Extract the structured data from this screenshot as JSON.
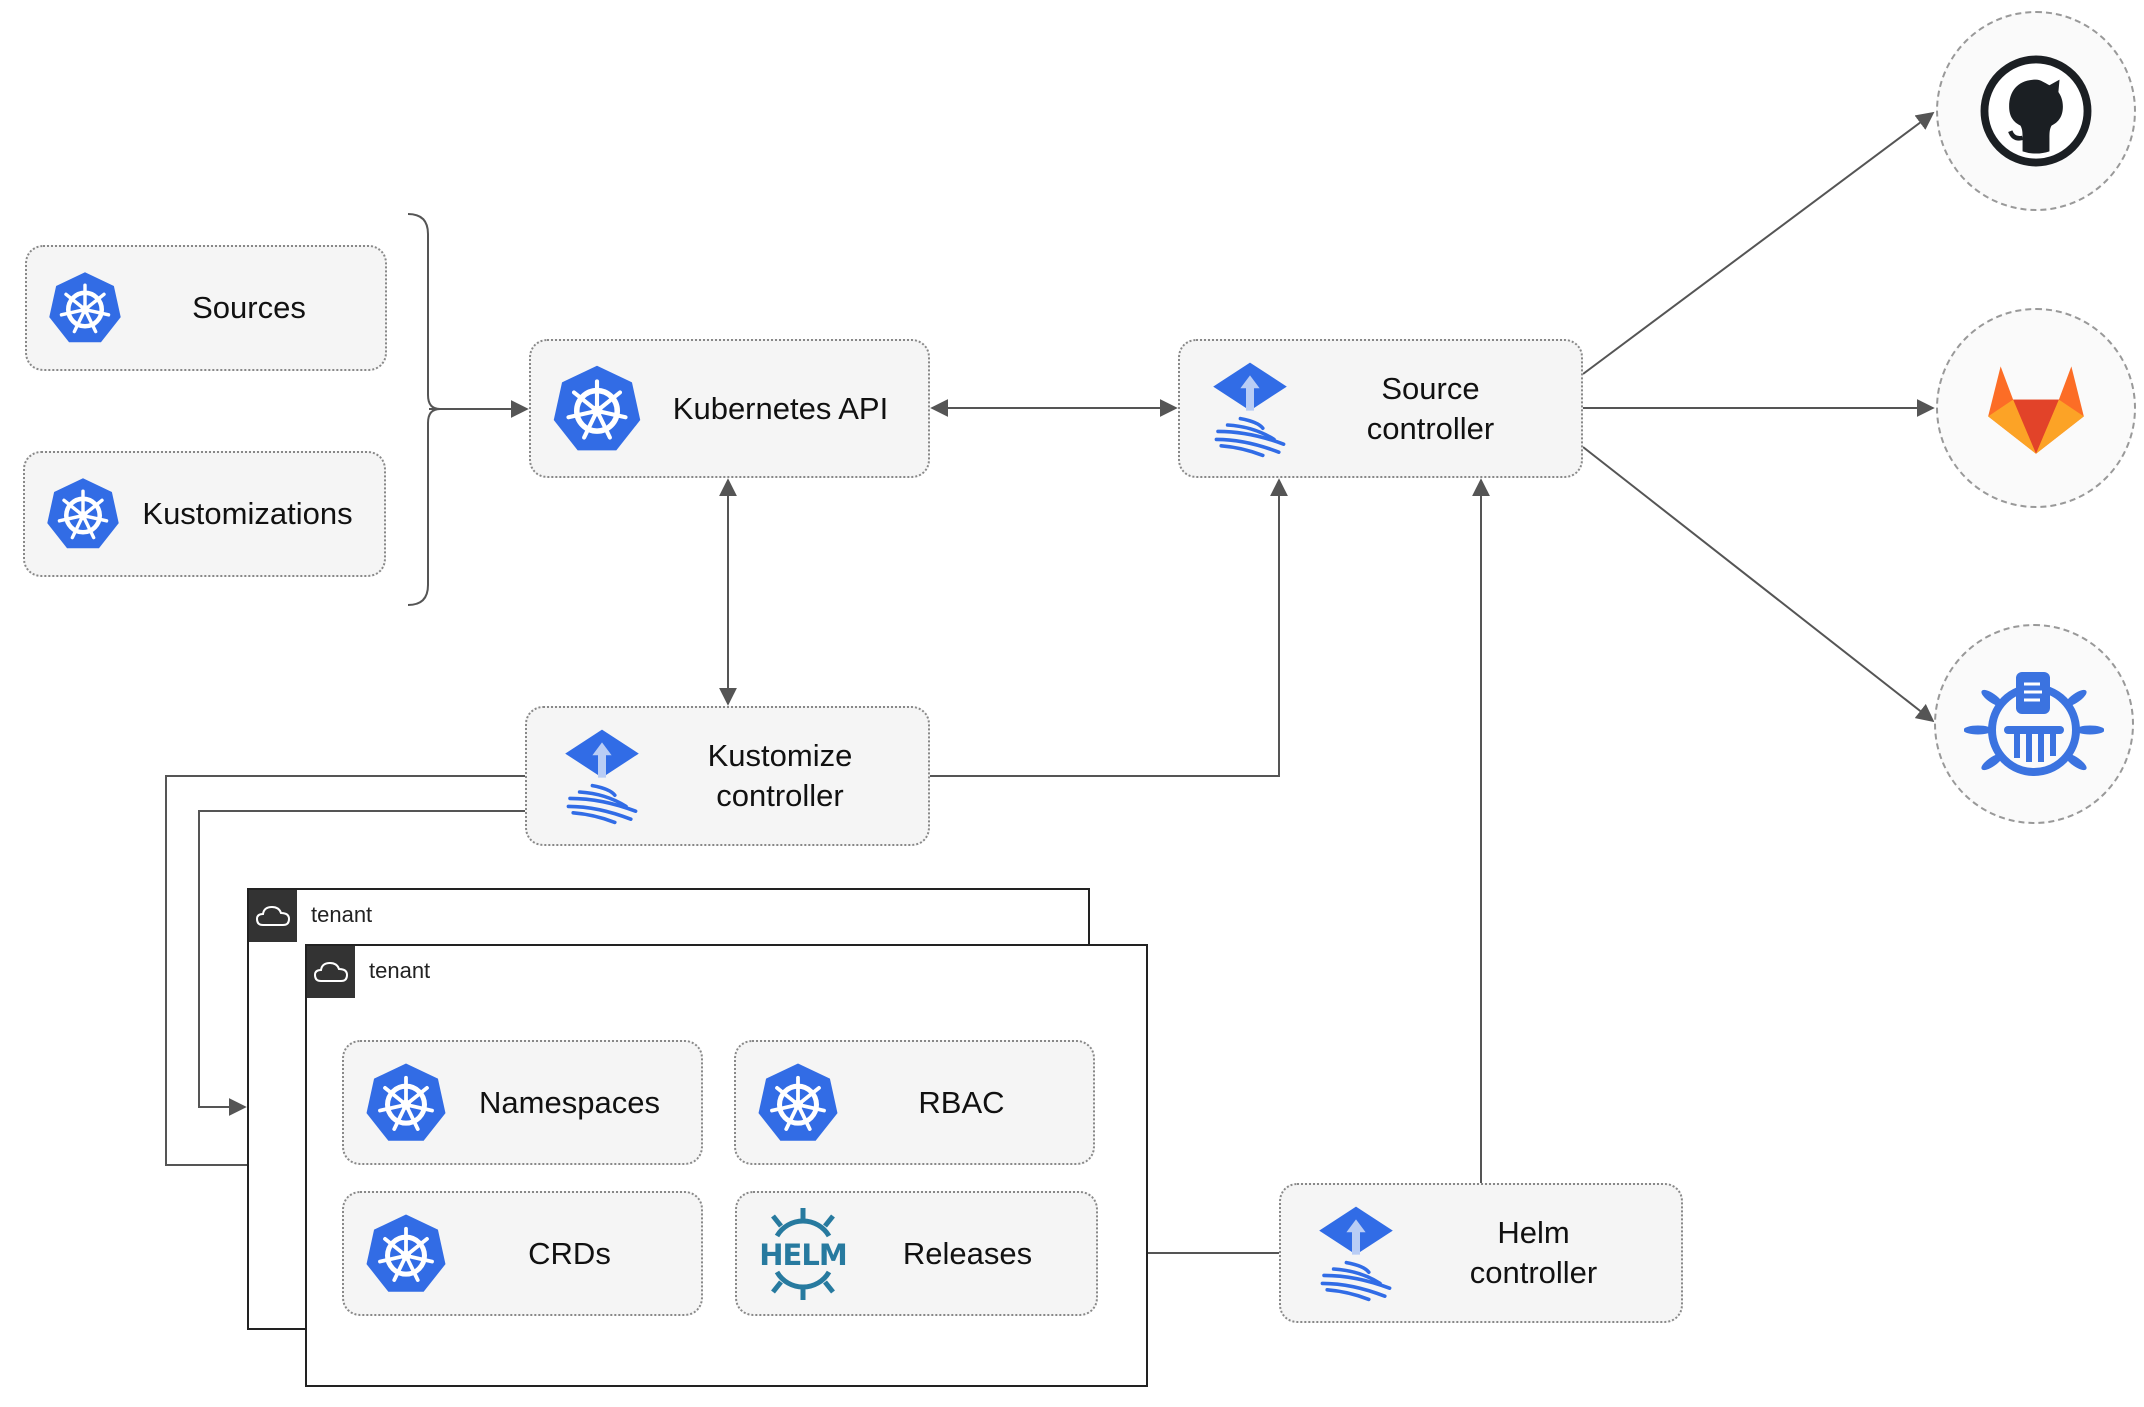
{
  "inputs": {
    "sources": "Sources",
    "kustomizations": "Kustomizations"
  },
  "kubernetes_api": "Kubernetes API",
  "source_controller": {
    "line1": "Source",
    "line2": "controller"
  },
  "kustomize_controller": {
    "line1": "Kustomize",
    "line2": "controller"
  },
  "helm_controller": {
    "line1": "Helm",
    "line2": "controller"
  },
  "tenants": [
    {
      "label": "tenant"
    },
    {
      "label": "tenant",
      "resources": [
        "Namespaces",
        "RBAC",
        "CRDs",
        "Releases"
      ]
    }
  ],
  "helm_logo_text": "HELM",
  "external_sources": [
    {
      "icon": "github-icon"
    },
    {
      "icon": "gitlab-icon"
    },
    {
      "icon": "helm-repository-icon"
    }
  ],
  "colors": {
    "kubernetes_blue": "#326CE5",
    "flux_blue": "#316CE6",
    "helm_blue": "#277A9F",
    "line": "#555555",
    "box_fill": "#F5F5F5"
  }
}
